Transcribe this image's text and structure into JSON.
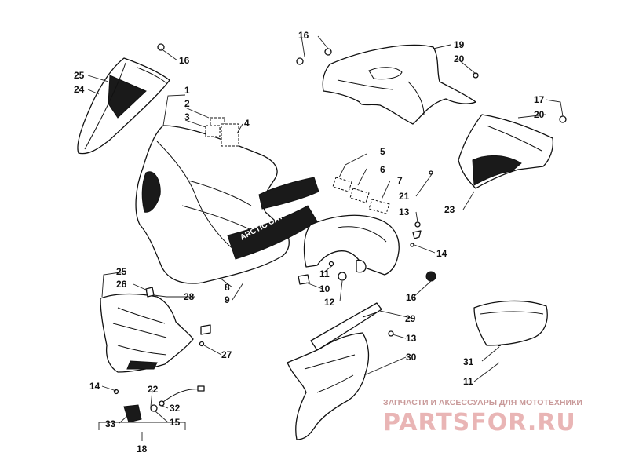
{
  "watermark": {
    "tagline": "ЗАПЧАСТИ И АКСЕССУАРЫ ДЛЯ МОТОТЕХНИКИ",
    "brand": "PARTSFOR.RU"
  },
  "hood_decal": {
    "text": "ARCTIC CAT"
  },
  "callouts": [
    {
      "id": "c1",
      "label": "1"
    },
    {
      "id": "c2",
      "label": "2"
    },
    {
      "id": "c3",
      "label": "3"
    },
    {
      "id": "c4",
      "label": "4"
    },
    {
      "id": "c5",
      "label": "5"
    },
    {
      "id": "c6",
      "label": "6"
    },
    {
      "id": "c7",
      "label": "7"
    },
    {
      "id": "c8",
      "label": "8"
    },
    {
      "id": "c9",
      "label": "9"
    },
    {
      "id": "c10",
      "label": "10"
    },
    {
      "id": "c11a",
      "label": "11"
    },
    {
      "id": "c11b",
      "label": "11"
    },
    {
      "id": "c12",
      "label": "12"
    },
    {
      "id": "c13a",
      "label": "13"
    },
    {
      "id": "c13b",
      "label": "13"
    },
    {
      "id": "c14a",
      "label": "14"
    },
    {
      "id": "c14b",
      "label": "14"
    },
    {
      "id": "c15",
      "label": "15"
    },
    {
      "id": "c16a",
      "label": "16"
    },
    {
      "id": "c16b",
      "label": "16"
    },
    {
      "id": "c16c",
      "label": "16"
    },
    {
      "id": "c17",
      "label": "17"
    },
    {
      "id": "c18",
      "label": "18"
    },
    {
      "id": "c19",
      "label": "19"
    },
    {
      "id": "c20a",
      "label": "20"
    },
    {
      "id": "c20b",
      "label": "20"
    },
    {
      "id": "c21",
      "label": "21"
    },
    {
      "id": "c22",
      "label": "22"
    },
    {
      "id": "c23",
      "label": "23"
    },
    {
      "id": "c24",
      "label": "24"
    },
    {
      "id": "c25a",
      "label": "25"
    },
    {
      "id": "c25b",
      "label": "25"
    },
    {
      "id": "c26",
      "label": "26"
    },
    {
      "id": "c27",
      "label": "27"
    },
    {
      "id": "c28",
      "label": "28"
    },
    {
      "id": "c29",
      "label": "29"
    },
    {
      "id": "c30",
      "label": "30"
    },
    {
      "id": "c31",
      "label": "31"
    },
    {
      "id": "c32",
      "label": "32"
    },
    {
      "id": "c33",
      "label": "33"
    }
  ]
}
